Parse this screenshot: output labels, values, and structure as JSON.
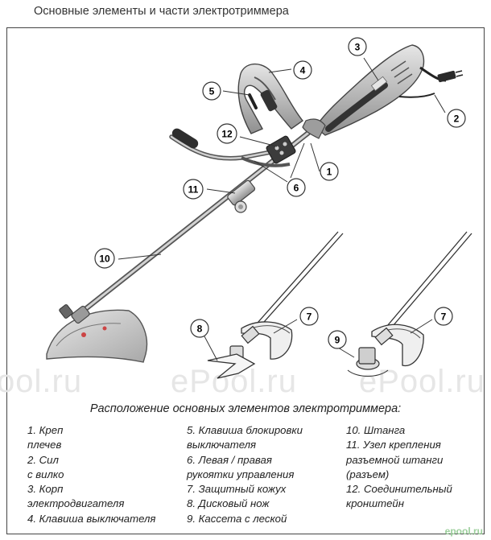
{
  "title": "Основные элементы и части электротриммера",
  "caption": "Расположение основных элементов электротриммера:",
  "watermark": [
    "ool.ru",
    "ePool.ru",
    "ePool.ru"
  ],
  "site_logo": "epool.ru",
  "callouts": [
    "1",
    "2",
    "3",
    "4",
    "5",
    "6",
    "7",
    "8",
    "9",
    "10",
    "11",
    "12",
    "7"
  ],
  "legend": {
    "col1": [
      "1. Креп",
      "плечев",
      "2. Сил",
      "с вилко",
      "3. Корп",
      "электродвигателя",
      "4. Клавиша выключателя"
    ],
    "col2": [
      "5. Клавиша блокировки",
      "выключателя",
      "6. Левая / правая",
      "рукоятки управления",
      "7. Защитный кожух",
      "8. Дисковый нож",
      "9. Кассета с леской"
    ],
    "col3": [
      "10. Штанга",
      "11. Узел крепления",
      "разъемной штанги",
      "(разъем)",
      "12. Соединительный",
      "кронштейн"
    ]
  },
  "colors": {
    "line": "#333333",
    "metal": "#b5b5b5",
    "dark": "#3a3a3a",
    "guard": "#c9c9c9"
  }
}
